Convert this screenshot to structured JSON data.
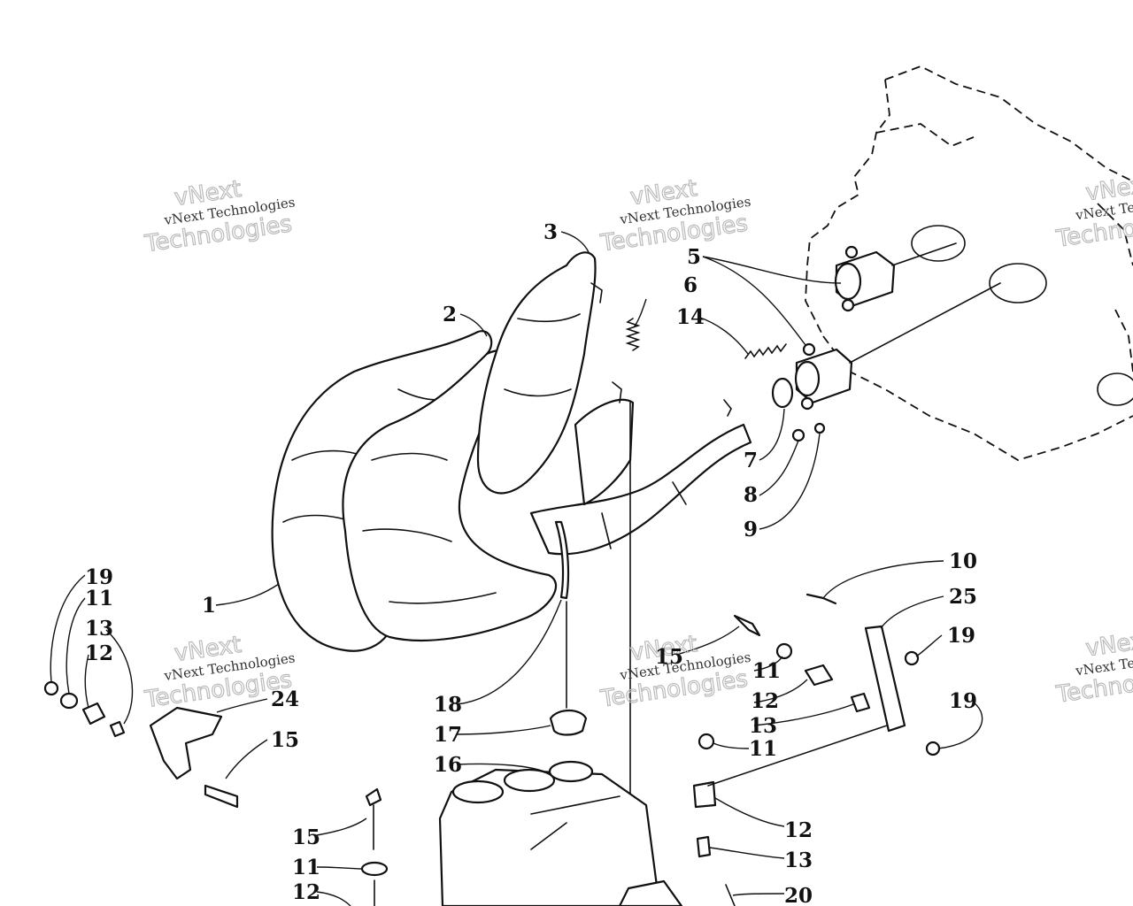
{
  "watermark": {
    "line1": "vNext",
    "line2": "vNext Technologies",
    "line3": "Technologies"
  },
  "callouts": {
    "c1": "1",
    "c2": "2",
    "c3": "3",
    "c5": "5",
    "c6": "6",
    "c14": "14",
    "c7": "7",
    "c8": "8",
    "c9": "9",
    "c10": "10",
    "c25": "25",
    "c19a": "19",
    "c19b": "19",
    "c19c": "19",
    "c15a": "15",
    "c15b": "15",
    "c15c": "15",
    "c11a": "11",
    "c11b": "11",
    "c11c": "11",
    "c11d": "11",
    "c12a": "12",
    "c12b": "12",
    "c12c": "12",
    "c12d": "12",
    "c13a": "13",
    "c13b": "13",
    "c13c": "13",
    "c24": "24",
    "c18": "18",
    "c17": "17",
    "c16": "16",
    "c20": "20"
  }
}
